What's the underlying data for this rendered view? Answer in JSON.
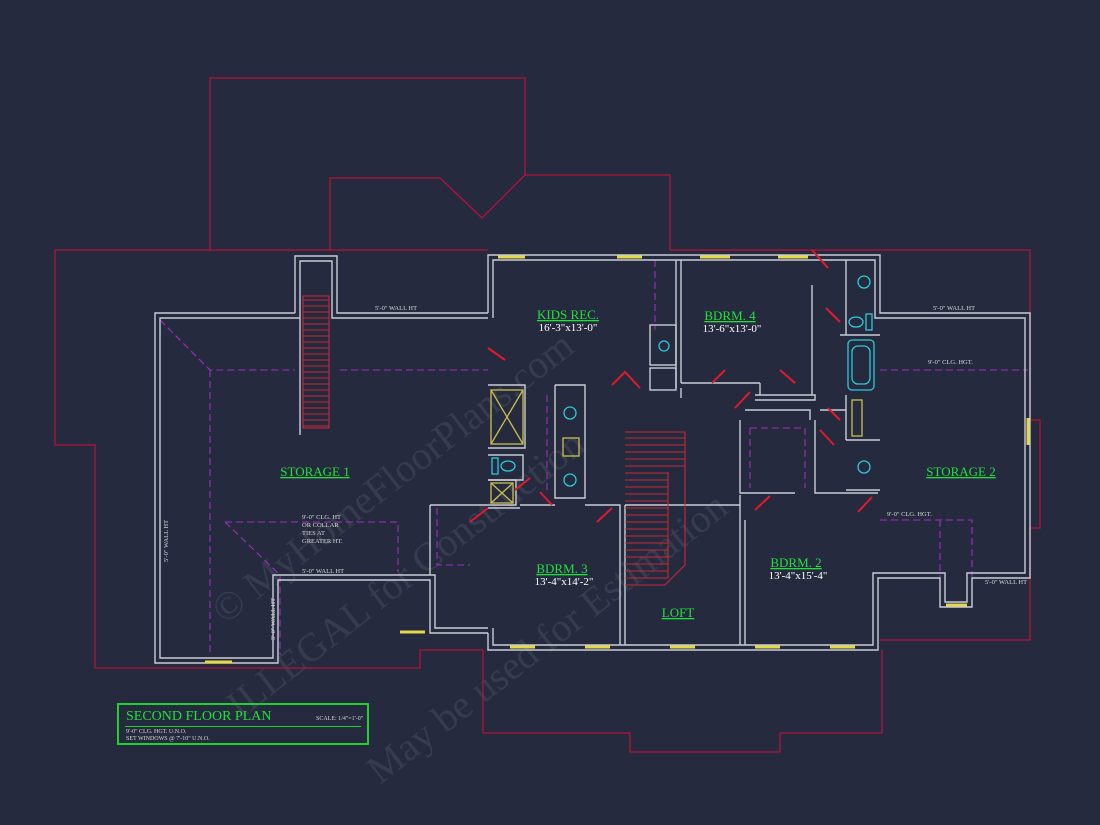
{
  "plan_title": "SECOND FLOOR PLAN",
  "scale": "SCALE: 1/4\"=1'-0\"",
  "plan_notes": [
    "9'-0\" CLG. HGT. U.N.O.",
    "SET WINDOWS @ 7'-10\" U.N.O."
  ],
  "rooms": {
    "kids_rec": {
      "name": "KIDS REC.",
      "size": "16'-3\"x13'-0\""
    },
    "bdrm4": {
      "name": "BDRM. 4",
      "size": "13'-6\"x13'-0\""
    },
    "bdrm3": {
      "name": "BDRM. 3",
      "size": "13'-4\"x14'-2\""
    },
    "bdrm2": {
      "name": "BDRM. 2",
      "size": "13'-4\"x15'-4\""
    },
    "loft": {
      "name": "LOFT"
    },
    "storage1": {
      "name": "STORAGE 1"
    },
    "storage2": {
      "name": "STORAGE 2"
    }
  },
  "wall_notes": {
    "wall_ht_top_left": "5'-0\" WALL HT",
    "wall_ht_top_right": "5'-0\" WALL HT",
    "clg_hgt_right": "9'-0\" CLG. HGT.",
    "clg_hgt_right_low": "9'-0\" CLG. HGT.",
    "wall_ht_left_vertical": "5'-0\" WALL HT",
    "wall_ht_inner_vertical": "5'-0\" WALL HT",
    "wall_ht_mid_left": "5'-0\" WALL HT",
    "wall_ht_bottom_right": "5'-0\" WALL HT",
    "collar_note": [
      "9'-0\" CLG. HT",
      "OR COLLAR",
      "TIES AT",
      "GREATER HT."
    ]
  },
  "watermark": [
    "© MyHomeFloorPlans.com",
    "ILLEGAL for Construction",
    "May be used for Estimation"
  ],
  "colors": {
    "background": "#262a3e",
    "walls": "#c9ccd6",
    "roof_outline": "#b0143a",
    "room_labels": "#22e03a",
    "windows": "#e2d84a",
    "fixtures": "#2cc9d8",
    "ceiling_lines": "#a02fc0"
  }
}
